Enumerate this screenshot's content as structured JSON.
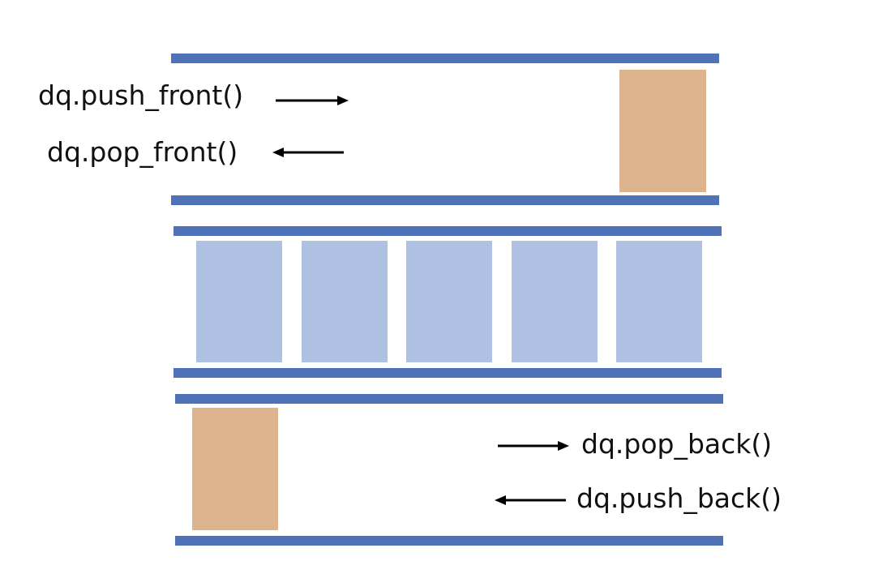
{
  "colors": {
    "rail": "#4e71b8",
    "cell": "#aec1e2",
    "accent": "#dcb38d",
    "arrow": "#000000"
  },
  "front": {
    "push_label": "dq.push_front()",
    "pop_label": "dq.pop_front()"
  },
  "back": {
    "pop_label": "dq.pop_back()",
    "push_label": "dq.push_back()"
  },
  "middle": {
    "cell_count": 5
  }
}
